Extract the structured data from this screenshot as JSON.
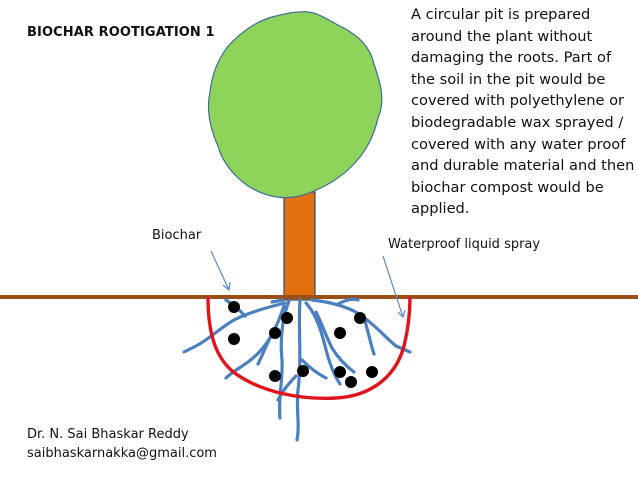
{
  "title": "BIOCHAR ROOTIGATION 1",
  "description_lines": [
    "A circular pit is prepared",
    "around the plant without",
    "damaging the roots. Part of",
    "the soil in the pit would be",
    "covered with polyethylene or",
    "biodegradable wax sprayed /",
    "covered with any water proof",
    "and durable material and then",
    "biochar compost would be",
    "applied."
  ],
  "labels": {
    "biochar": "Biochar",
    "waterproof": "Waterproof  liquid spray"
  },
  "author": {
    "name": "Dr. N. Sai Bhaskar Reddy",
    "email": "saibhaskarnakka@gmail.com"
  },
  "colors": {
    "canopy": "#8ed45a",
    "trunk": "#e3700f",
    "ground": "#9a4f1a",
    "pit_lining": "#e0141c",
    "roots": "#4a7fc0",
    "biochar_dots": "#000000",
    "pointer": "#5a86c4"
  }
}
